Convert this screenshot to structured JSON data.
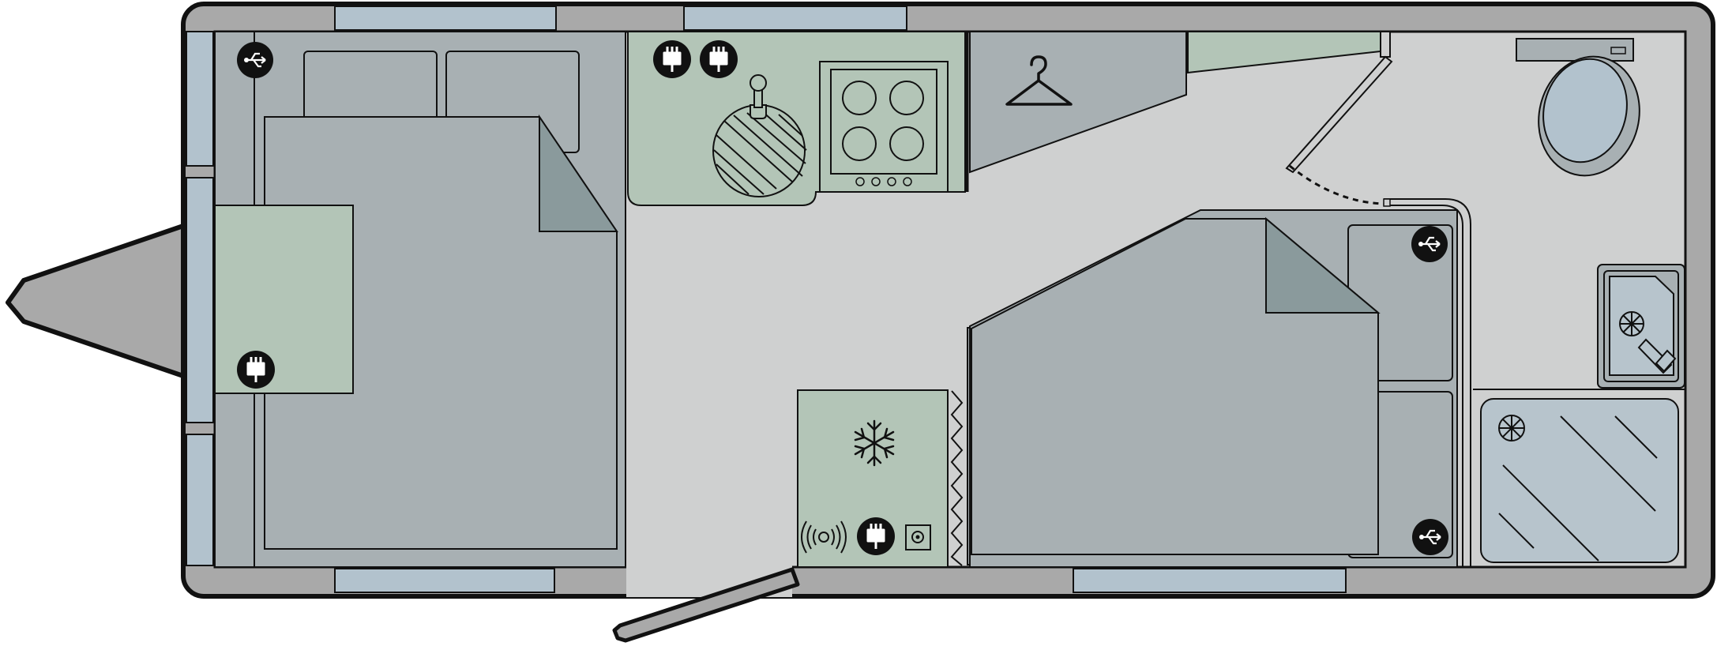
{
  "diagram": {
    "type": "caravan-floor-plan",
    "colors": {
      "outer_wall": "#a9a9a9",
      "floor": "#cfd0d0",
      "furniture": "#a8b0b3",
      "furniture_dark": "#8a9a9c",
      "kitchen_surface": "#b3c5b7",
      "window_glass": "#b2c2cd",
      "basin": "#b7c4cc",
      "outline": "#1a1a1a",
      "icon_fill": "#111111",
      "icon_glyph": "#ffffff"
    },
    "areas": [
      {
        "id": "front-bed",
        "icon": "bed"
      },
      {
        "id": "front-cabinet",
        "icon": "cabinet"
      },
      {
        "id": "kitchen",
        "icon": "kitchen-counter"
      },
      {
        "id": "wardrobe",
        "icon": "clothes-hanger"
      },
      {
        "id": "washroom",
        "icon": "toilet"
      },
      {
        "id": "side-bed",
        "icon": "bed"
      },
      {
        "id": "fridge",
        "icon": "snowflake"
      },
      {
        "id": "shower",
        "icon": "shower-tray"
      }
    ],
    "icons": [
      "usb-socket-icon",
      "mains-socket-icon",
      "hob-icon",
      "sink-icon",
      "hanger-icon",
      "toilet-icon",
      "snowflake-icon",
      "wireless-charger-icon",
      "tv-point-icon",
      "shower-drain-icon"
    ]
  }
}
